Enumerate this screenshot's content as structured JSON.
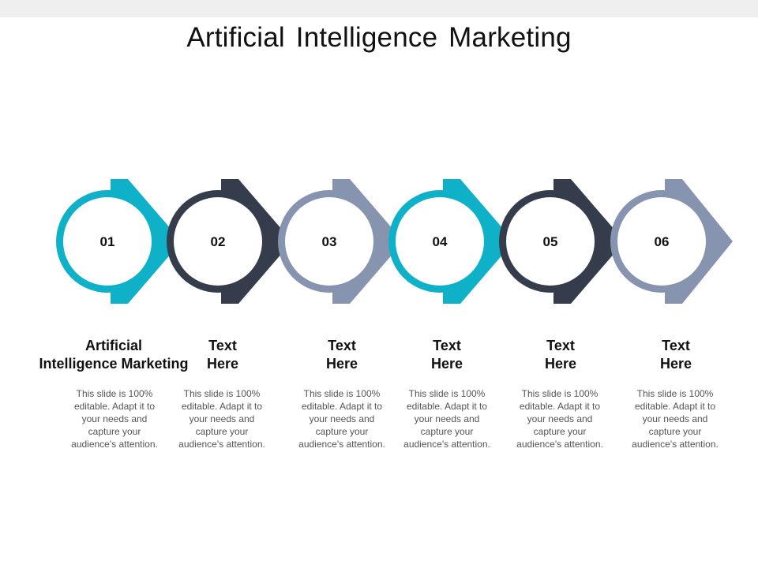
{
  "title": "Artificial Intelligence Marketing",
  "colors": {
    "teal": "#0fb1c8",
    "dark": "#353c4b",
    "slate": "#8794b0"
  },
  "steps": [
    {
      "number": "01",
      "color": "#0fb1c8",
      "heading": "Artificial\nIntelligence Marketing",
      "description": "This slide is 100%\neditable. Adapt it to\nyour needs and\ncapture your\naudience's attention."
    },
    {
      "number": "02",
      "color": "#353c4b",
      "heading": "Text\nHere",
      "description": "This slide is 100%\neditable. Adapt it to\nyour needs and\ncapture your\naudience's attention."
    },
    {
      "number": "03",
      "color": "#8794b0",
      "heading": "Text\nHere",
      "description": "This slide is 100%\neditable. Adapt it to\nyour needs and\ncapture your\naudience's attention."
    },
    {
      "number": "04",
      "color": "#0fb1c8",
      "heading": "Text\nHere",
      "description": "This slide is 100%\neditable. Adapt it to\nyour needs and\ncapture your\naudience's attention."
    },
    {
      "number": "05",
      "color": "#353c4b",
      "heading": "Text\nHere",
      "description": "This slide is 100%\neditable. Adapt it to\nyour needs and\ncapture your\naudience's attention."
    },
    {
      "number": "06",
      "color": "#8794b0",
      "heading": "Text\nHere",
      "description": "This slide is 100%\neditable. Adapt it to\nyour needs and\ncapture your\naudience's attention."
    }
  ]
}
